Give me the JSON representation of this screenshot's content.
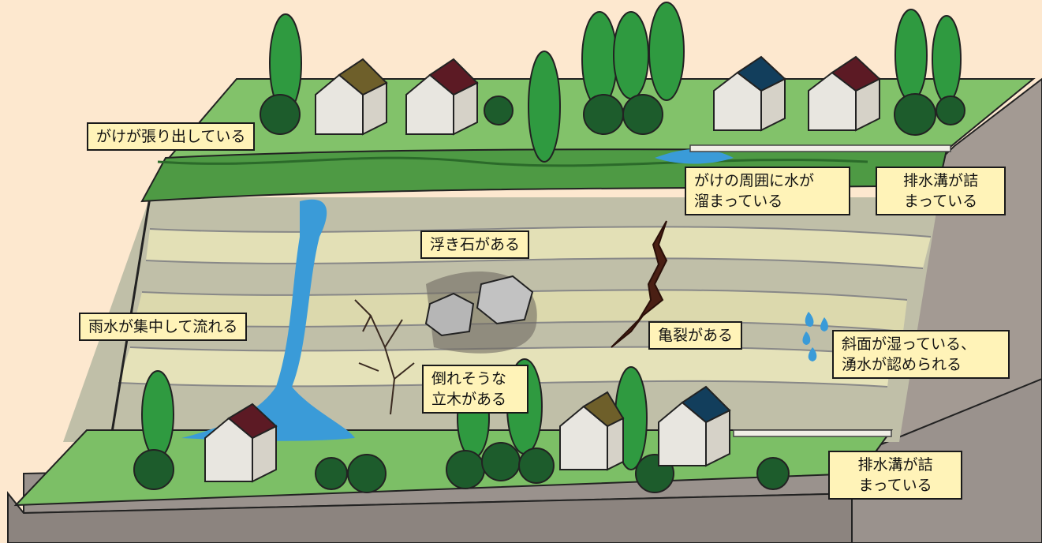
{
  "colors": {
    "background": "#fde8cf",
    "grass": "#7cbf66",
    "grass_dark": "#3d7b35",
    "cliff_rock": "#9a928d",
    "soil_light": "#e3e0b6",
    "soil_mid": "#b9b9a4",
    "water": "#3a9bd8",
    "tree": "#2f9a40",
    "tree_dark": "#1d5c2c",
    "crack": "#4a1f14",
    "label_fill": "#fff3b8"
  },
  "labels": {
    "overhang": "がけが張り出している",
    "pooling_line1": "がけの周囲に水が",
    "pooling_line2": "溜まっている",
    "drain_top_line1": "排水溝が詰",
    "drain_top_line2": "まっている",
    "loose_rock": "浮き石がある",
    "rain_flow": "雨水が集中して流れる",
    "crack": "亀裂がある",
    "wet_slope_line1": "斜面が湿っている、",
    "wet_slope_line2": "湧水が認められる",
    "leaning_tree_line1": "倒れそうな",
    "leaning_tree_line2": "立木がある",
    "drain_bottom_line1": "排水溝が詰",
    "drain_bottom_line2": "まっている"
  },
  "icons": [
    "house-icon",
    "tree-icon",
    "rock-icon",
    "water-drop-icon",
    "crack-icon",
    "drain-icon"
  ]
}
